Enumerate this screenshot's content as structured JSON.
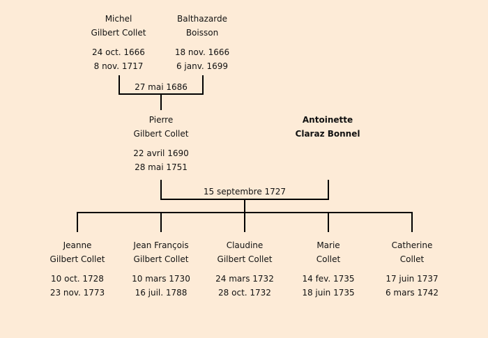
{
  "grandparents": {
    "father": {
      "first": "Michel",
      "last": "Gilbert Collet",
      "birth": "24 oct. 1666",
      "death": "8 nov. 1717"
    },
    "mother": {
      "first": "Balthazarde",
      "last": "Boisson",
      "birth": "18 nov. 1666",
      "death": "6 janv. 1699"
    },
    "marriage": "27 mai 1686"
  },
  "parents": {
    "father": {
      "first": "Pierre",
      "last": "Gilbert Collet",
      "birth": "22 avril 1690",
      "death": "28 mai 1751"
    },
    "mother": {
      "first": "Antoinette",
      "last": "Claraz Bonnel"
    },
    "marriage": "15 septembre 1727"
  },
  "children": [
    {
      "first": "Jeanne",
      "last": "Gilbert Collet",
      "birth": "10 oct. 1728",
      "death": "23 nov. 1773"
    },
    {
      "first": "Jean François",
      "last": "Gilbert Collet",
      "birth": "10 mars 1730",
      "death": "16 juil. 1788"
    },
    {
      "first": "Claudine",
      "last": "Gilbert Collet",
      "birth": "24 mars 1732",
      "death": "28 oct. 1732"
    },
    {
      "first": "Marie",
      "last": "Collet",
      "birth": "14 fev. 1735",
      "death": "18 juin 1735"
    },
    {
      "first": "Catherine",
      "last": "Collet",
      "birth": "17 juin 1737",
      "death": "6 mars 1742"
    }
  ]
}
